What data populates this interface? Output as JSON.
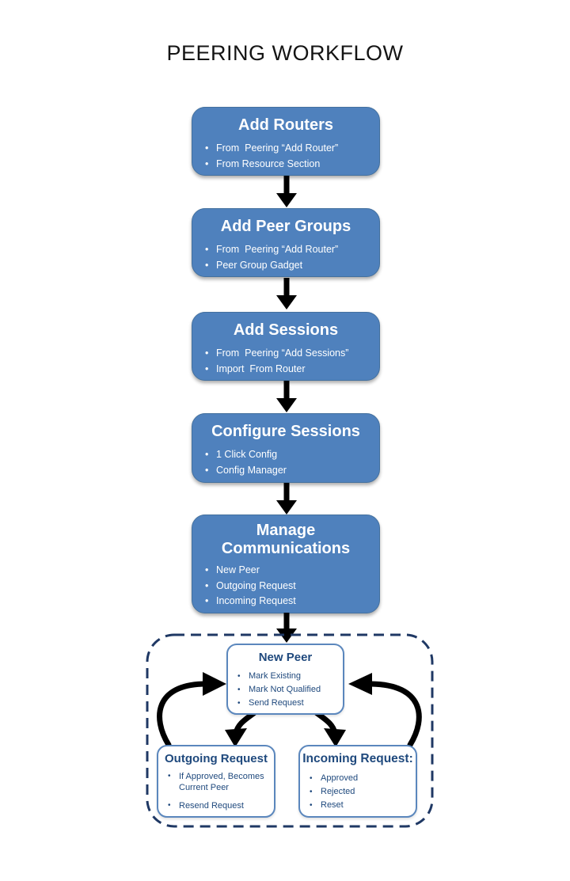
{
  "title": "PEERING WORKFLOW",
  "colors": {
    "flow_box_fill": "#4F81BD",
    "flow_box_text": "#FFFFFF",
    "detail_box_border": "#5B87BD",
    "detail_box_text": "#1F497D",
    "dashed_border": "#1F3864",
    "arrow": "#000000",
    "title_text": "#141414"
  },
  "flow_boxes": [
    {
      "title": "Add Routers",
      "bullets": [
        "From  Peering “Add Router”",
        "From Resource Section"
      ]
    },
    {
      "title": "Add Peer Groups",
      "bullets": [
        "From  Peering “Add Router”",
        "Peer Group Gadget"
      ]
    },
    {
      "title": "Add Sessions",
      "bullets": [
        "From  Peering “Add Sessions”",
        "Import  From Router"
      ]
    },
    {
      "title": "Configure Sessions",
      "bullets": [
        "1 Click Config",
        "Config Manager"
      ]
    },
    {
      "title": "Manage Communications",
      "bullets": [
        "New Peer",
        "Outgoing Request",
        "Incoming Request"
      ]
    }
  ],
  "detail_boxes": [
    {
      "title": "New Peer",
      "bullets": [
        "Mark Existing",
        "Mark Not Qualified",
        "Send Request"
      ]
    },
    {
      "title": "Outgoing Request",
      "bullets": [
        "If Approved, Becomes Current Peer",
        "Resend Request"
      ]
    },
    {
      "title": "Incoming Request:",
      "bullets": [
        "Approved",
        "Rejected",
        "Reset"
      ]
    }
  ],
  "bullet_glyph": "•"
}
